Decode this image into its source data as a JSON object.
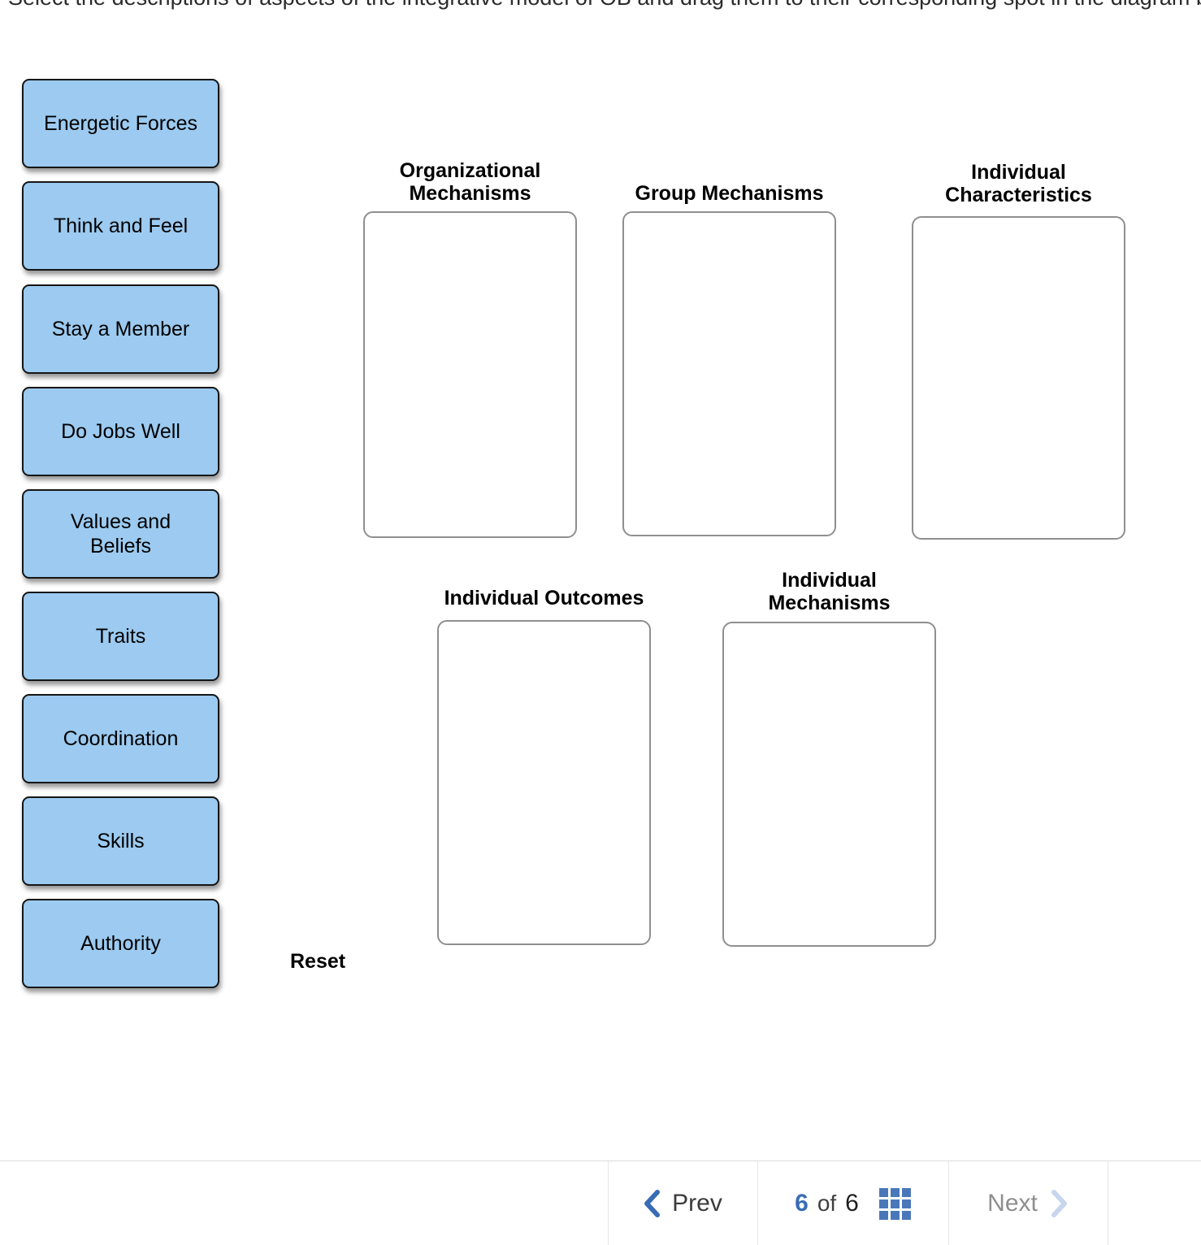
{
  "instruction": {
    "text": "Select the descriptions of aspects of the integrative model of OB and drag them to their corresponding spot in the diagram below."
  },
  "chips": [
    "Energetic Forces",
    "Think and Feel",
    "Stay a Member",
    "Do Jobs Well",
    "Values and\nBeliefs",
    "Traits",
    "Coordination",
    "Skills",
    "Authority"
  ],
  "zones": [
    {
      "title": "Organizational\nMechanisms"
    },
    {
      "title": "Group Mechanisms"
    },
    {
      "title": "Individual\nCharacteristics"
    },
    {
      "title": "Individual Outcomes"
    },
    {
      "title": "Individual\nMechanisms"
    }
  ],
  "reset_label": "Reset",
  "pagination": {
    "prev_label": "Prev",
    "current_page": "6",
    "of_label": "of",
    "total_pages": "6",
    "next_label": "Next"
  },
  "colors": {
    "chip_bg": "#9CCAF0",
    "chip_border": "#151515",
    "zone_border": "#8F8F8F",
    "accent_blue": "#3A6CB5",
    "grid_icon_blue": "#4A77B9",
    "next_disabled_chevron": "#C7D6EC"
  }
}
